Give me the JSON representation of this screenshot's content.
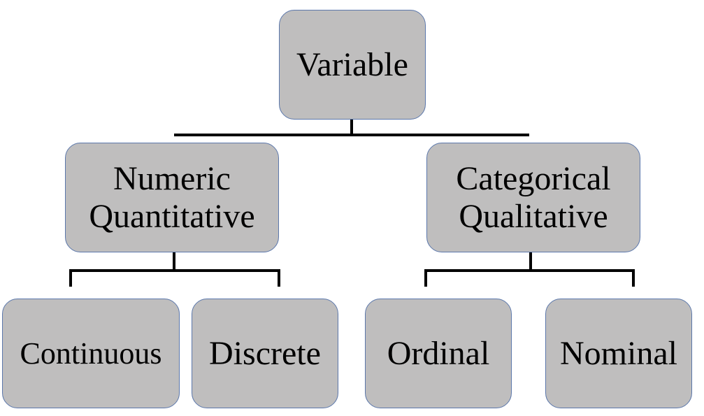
{
  "diagram": {
    "root": {
      "lines": [
        "Variable"
      ]
    },
    "branches": [
      {
        "lines": [
          "Numeric",
          "Quantitative"
        ],
        "children": [
          {
            "lines": [
              "Continuous"
            ]
          },
          {
            "lines": [
              "Discrete"
            ]
          }
        ]
      },
      {
        "lines": [
          "Categorical",
          "Qualitative"
        ],
        "children": [
          {
            "lines": [
              "Ordinal"
            ]
          },
          {
            "lines": [
              "Nominal"
            ]
          }
        ]
      }
    ],
    "colors": {
      "node_fill": "#bfbebe",
      "node_border": "#5b77ab",
      "connector": "#000000",
      "text": "#000000"
    }
  }
}
